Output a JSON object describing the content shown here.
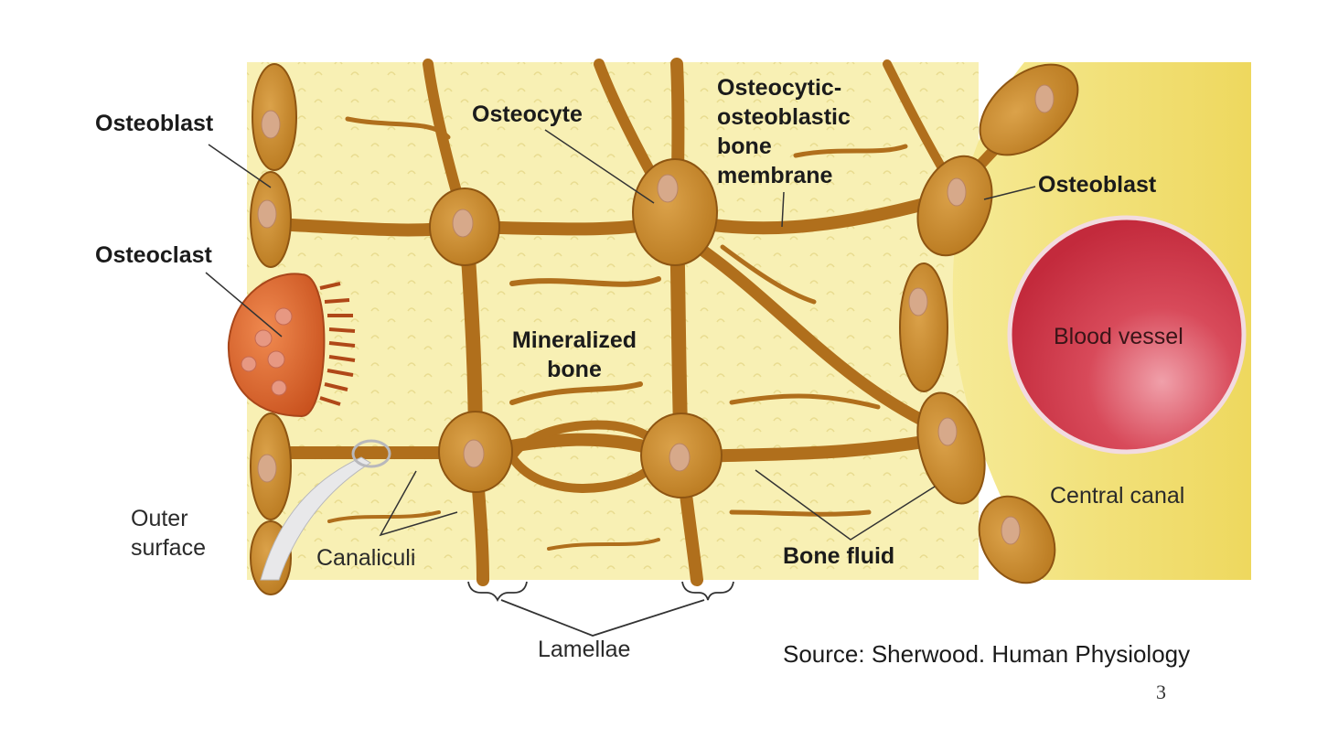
{
  "labels": {
    "osteoblast_left": "Osteoblast",
    "osteoclast": "Osteoclast",
    "osteocyte": "Osteocyte",
    "membrane_line1": "Osteocytic-",
    "membrane_line2": "osteoblastic",
    "membrane_line3": "bone",
    "membrane_line4": "membrane",
    "osteoblast_right": "Osteoblast",
    "mineralized_line1": "Mineralized",
    "mineralized_line2": "bone",
    "blood_vessel": "Blood vessel",
    "central_canal": "Central canal",
    "outer_line1": "Outer",
    "outer_line2": "surface",
    "canaliculi": "Canaliculi",
    "bone_fluid": "Bone fluid",
    "lamellae": "Lamellae"
  },
  "source": "Source: Sherwood. Human Physiology",
  "page_number": "3",
  "colors": {
    "bone_matrix": "#f8f0b4",
    "cell_body": "#c98a2b",
    "cell_outline": "#9a5c12",
    "osteoclast": "#d9602a",
    "blood_vessel": "#d23c4c",
    "central_canal": "#f3e27a"
  }
}
